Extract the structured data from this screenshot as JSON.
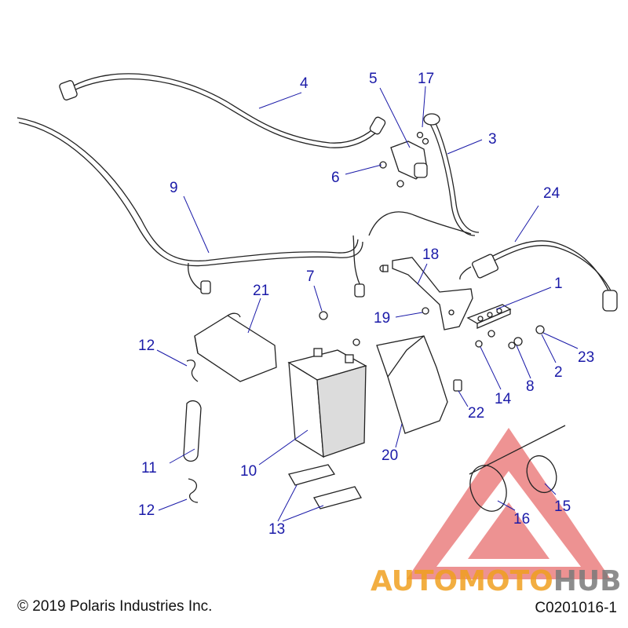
{
  "callouts": [
    {
      "id": "c1",
      "label": "1"
    },
    {
      "id": "c2",
      "label": "2"
    },
    {
      "id": "c3",
      "label": "3"
    },
    {
      "id": "c4",
      "label": "4"
    },
    {
      "id": "c5",
      "label": "5"
    },
    {
      "id": "c6",
      "label": "6"
    },
    {
      "id": "c7",
      "label": "7"
    },
    {
      "id": "c8",
      "label": "8"
    },
    {
      "id": "c9",
      "label": "9"
    },
    {
      "id": "c10",
      "label": "10"
    },
    {
      "id": "c11",
      "label": "11"
    },
    {
      "id": "c12a",
      "label": "12"
    },
    {
      "id": "c12b",
      "label": "12"
    },
    {
      "id": "c13",
      "label": "13"
    },
    {
      "id": "c14",
      "label": "14"
    },
    {
      "id": "c15",
      "label": "15"
    },
    {
      "id": "c16",
      "label": "16"
    },
    {
      "id": "c17",
      "label": "17"
    },
    {
      "id": "c18",
      "label": "18"
    },
    {
      "id": "c19",
      "label": "19"
    },
    {
      "id": "c20",
      "label": "20"
    },
    {
      "id": "c21",
      "label": "21"
    },
    {
      "id": "c22",
      "label": "22"
    },
    {
      "id": "c23",
      "label": "23"
    },
    {
      "id": "c24",
      "label": "24"
    }
  ],
  "footer": {
    "copyright": "© 2019 Polaris Industries Inc.",
    "diagram_code": "C0201016-1"
  },
  "watermark": {
    "brand_part1": "AUTOMOTO",
    "brand_part2": "HUB",
    "color_triangle": "#e03a3a",
    "color_part1": "#f0a020",
    "color_part2": "#7a7a7a"
  },
  "colors": {
    "callout": "#1a1aa8",
    "lines": "#222222"
  }
}
